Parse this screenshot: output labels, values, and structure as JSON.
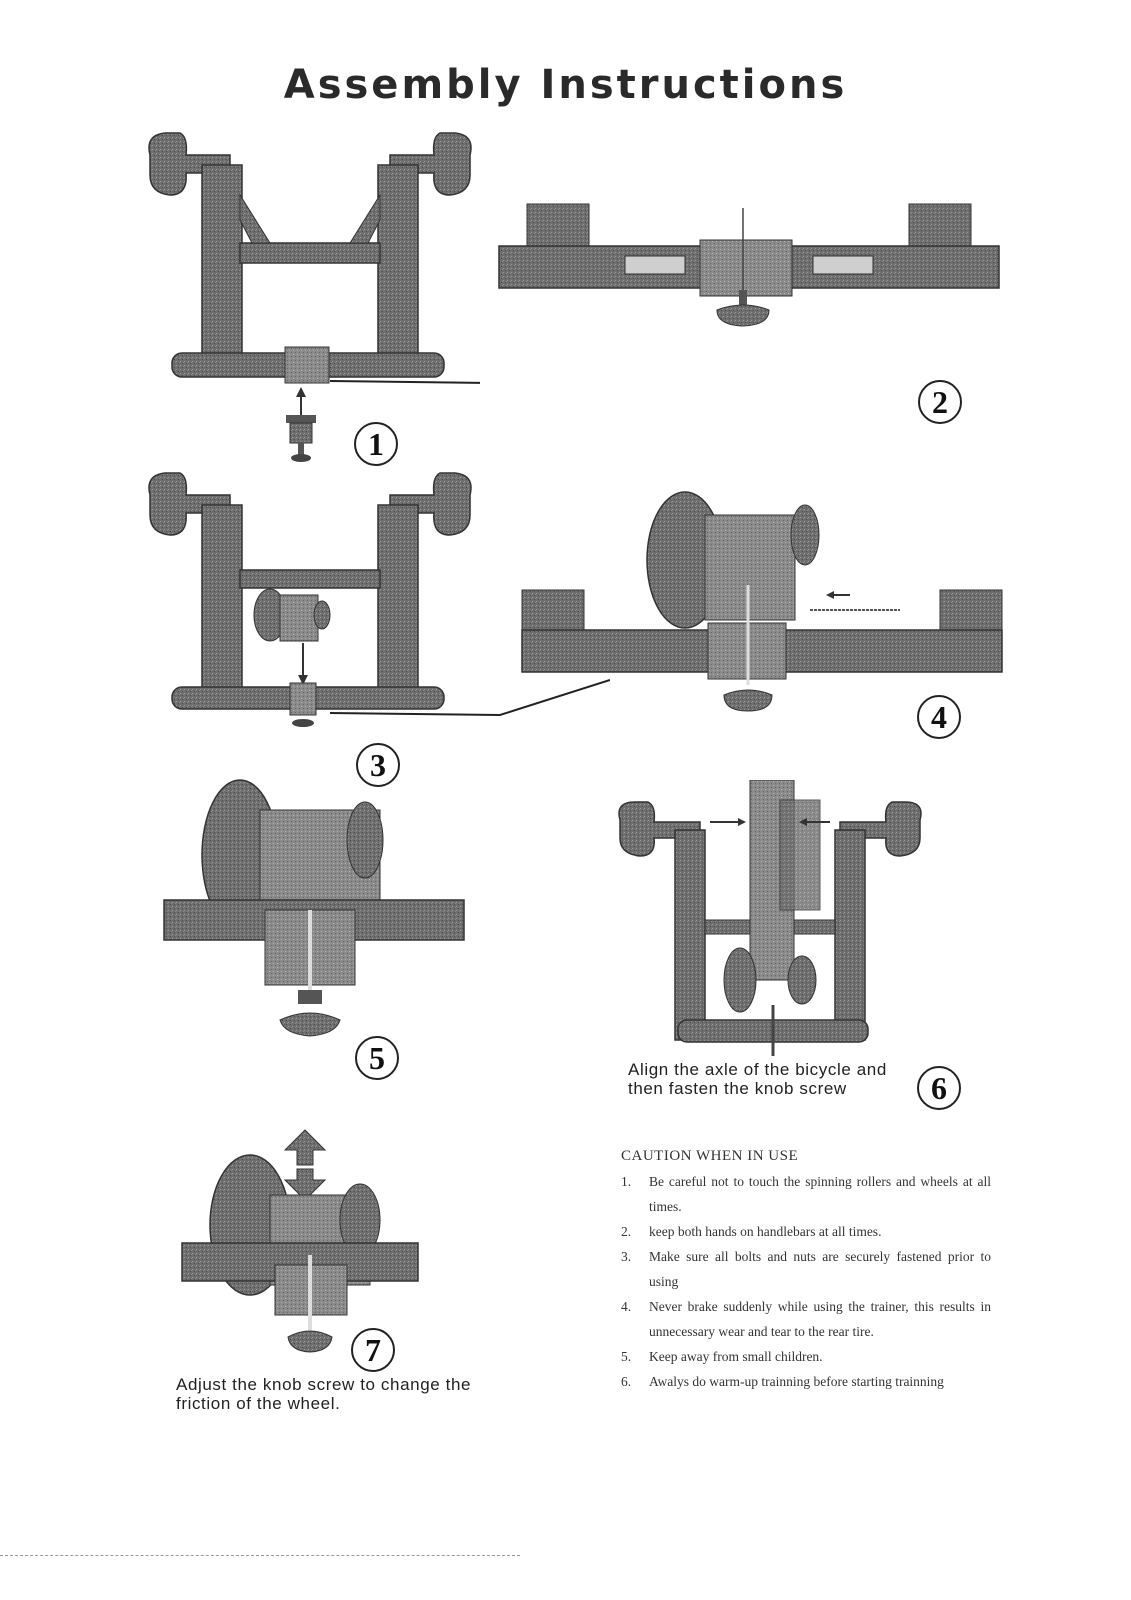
{
  "title": "Assembly Instructions",
  "steps": [
    {
      "number": "1"
    },
    {
      "number": "2"
    },
    {
      "number": "3"
    },
    {
      "number": "4"
    },
    {
      "number": "5"
    },
    {
      "number": "6",
      "caption_line1": "Align the axle of the bicycle and",
      "caption_line2": "then fasten the knob screw"
    },
    {
      "number": "7",
      "caption_line1": "Adjust the knob screw to change the",
      "caption_line2": "friction of the wheel."
    }
  ],
  "caution": {
    "title": "CAUTION WHEN IN USE",
    "items": [
      {
        "num": "1.",
        "text": "Be careful not to touch the spinning rollers and wheels at all times."
      },
      {
        "num": "2.",
        "text": "keep both hands on handlebars at all times."
      },
      {
        "num": "3.",
        "text": "Make sure all bolts and nuts are securely fastened prior to using"
      },
      {
        "num": "4.",
        "text": "Never brake suddenly while using the trainer, this results in unnecessary wear and tear to the rear tire."
      },
      {
        "num": "5.",
        "text": "Keep away from small children."
      },
      {
        "num": "6.",
        "text": "Awalys do warm-up trainning before starting trainning"
      }
    ]
  }
}
